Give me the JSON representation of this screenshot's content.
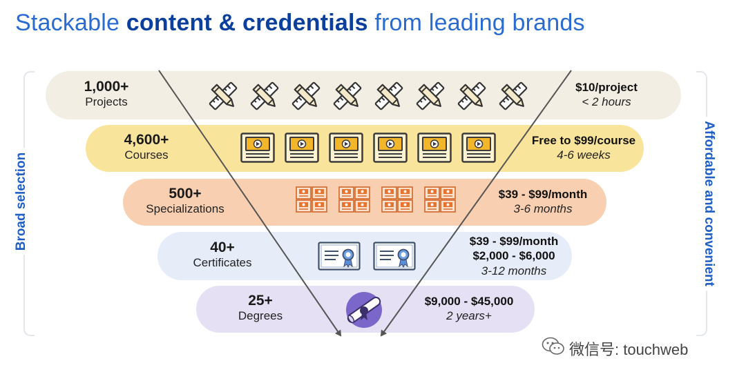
{
  "title": {
    "prefix": "Stackable",
    "bold": "content & credentials",
    "suffix": "from leading brands"
  },
  "side_labels": {
    "left": "Broad selection",
    "right": "Affordable and convenient"
  },
  "tiers": [
    {
      "count": "1,000+",
      "label": "Projects",
      "price_lines": [
        "$10/project"
      ],
      "duration": "< 2 hours",
      "icon": "pencil-ruler-icon",
      "icon_count": 8
    },
    {
      "count": "4,600+",
      "label": "Courses",
      "price_lines": [
        "Free to $99/course"
      ],
      "duration": "4-6 weeks",
      "icon": "video-course-icon",
      "icon_count": 6
    },
    {
      "count": "500+",
      "label": "Specializations",
      "price_lines": [
        "$39 - $99/month"
      ],
      "duration": "3-6 months",
      "icon": "specialization-grid-icon",
      "icon_count": 4
    },
    {
      "count": "40+",
      "label": "Certificates",
      "price_lines": [
        "$39 - $99/month",
        "$2,000 - $6,000"
      ],
      "duration": "3-12 months",
      "icon": "certificate-icon",
      "icon_count": 2
    },
    {
      "count": "25+",
      "label": "Degrees",
      "price_lines": [
        "$9,000 - $45,000"
      ],
      "duration": "2 years+",
      "icon": "diploma-icon",
      "icon_count": 1
    }
  ],
  "watermark": {
    "text": "微信号: touchweb",
    "icon": "wechat-icon"
  },
  "colors": {
    "title_blue": "#2a6bd1",
    "title_bold": "#0b3f9e",
    "side_label": "#1e5ec6",
    "projects_band": "#f3eee3",
    "courses_band": "#f9e49c",
    "specializations_band": "#f8cfb0",
    "certificates_band": "#e6ecf8",
    "degrees_band": "#e5e0f3",
    "arrow": "#555555"
  }
}
